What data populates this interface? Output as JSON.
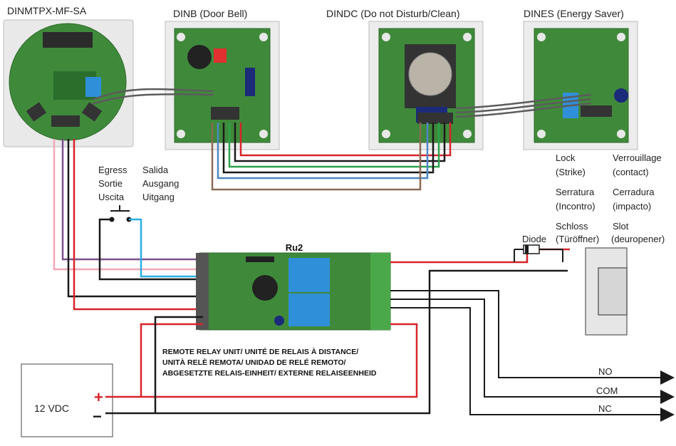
{
  "modules": {
    "main": "DINMTPX-MF-SA",
    "bell": "DINB (Door Bell)",
    "dnd": "DINDC (Do not Disturb/Clean)",
    "energy": "DINES (Energy Saver)"
  },
  "egress": {
    "col1": [
      "Egress",
      "Sortie",
      "Uscita"
    ],
    "col2": [
      "Salida",
      "Ausgang",
      "Uitgang"
    ]
  },
  "lock": {
    "lines": [
      [
        "Lock",
        "Verrouillage"
      ],
      [
        "(Strike)",
        "(contact)"
      ],
      [
        "Serratura",
        "Cerradura"
      ],
      [
        "(Incontro)",
        "(impacto)"
      ],
      [
        "Schloss",
        "Slot"
      ],
      [
        "(Türöffner)",
        "(deuropener)"
      ]
    ]
  },
  "diode": "Diode",
  "relay": {
    "name": "Ru2",
    "desc": [
      "REMOTE RELAY UNIT/ UNITÉ DE RELAIS À DISTANCE/",
      "UNITÀ RELÈ REMOTA/ UNIDAD DE RELÉ REMOTO/",
      "ABGESETZTE RELAIS-EINHEIT/ EXTERNE RELAISEENHEID"
    ]
  },
  "psu": {
    "label": "12 VDC",
    "plus": "+",
    "minus": "−"
  },
  "outputs": [
    "NO",
    "COM",
    "NC"
  ],
  "colors": {
    "red": "#d8232a",
    "black": "#1a1a1a",
    "green": "#2ca24a",
    "blue": "#4f86c6",
    "brown": "#8b6a55",
    "pink": "#f2a7b5",
    "purple": "#7d4f8f",
    "cyan": "#29aee3",
    "pcb": "#3f8a3a",
    "plate": "#e8e8e8"
  }
}
